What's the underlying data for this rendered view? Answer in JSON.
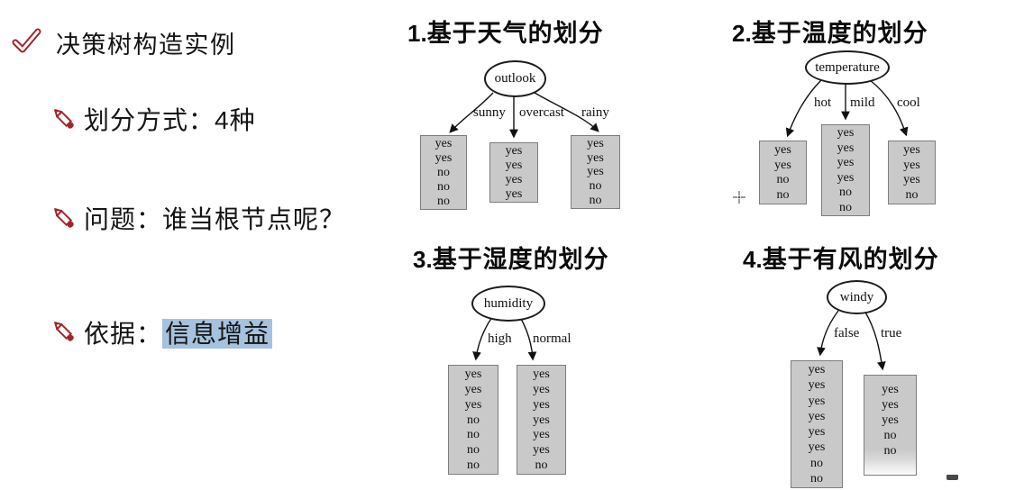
{
  "slide": {
    "heading": "决策树构造实例",
    "bullets": [
      {
        "text": "划分方式：4种"
      },
      {
        "text": "问题：谁当根节点呢？"
      },
      {
        "prefix": "依据：",
        "highlight": "信息增益"
      }
    ],
    "highlight_color": "#a5c2de",
    "accent_color": "#a3242a"
  },
  "trees": [
    {
      "num": "1.",
      "title": "基于天气的划分",
      "root": "outlook",
      "branches": [
        {
          "label": "sunny",
          "values": [
            "yes",
            "yes",
            "no",
            "no",
            "no"
          ]
        },
        {
          "label": "overcast",
          "values": [
            "yes",
            "yes",
            "yes",
            "yes"
          ]
        },
        {
          "label": "rainy",
          "values": [
            "yes",
            "yes",
            "yes",
            "no",
            "no"
          ]
        }
      ]
    },
    {
      "num": "2.",
      "title": "基于温度的划分",
      "root": "temperature",
      "branches": [
        {
          "label": "hot",
          "values": [
            "yes",
            "yes",
            "no",
            "no"
          ]
        },
        {
          "label": "mild",
          "values": [
            "yes",
            "yes",
            "yes",
            "yes",
            "no",
            "no"
          ]
        },
        {
          "label": "cool",
          "values": [
            "yes",
            "yes",
            "yes",
            "no"
          ]
        }
      ]
    },
    {
      "num": "3.",
      "title": "基于湿度的划分",
      "root": "humidity",
      "branches": [
        {
          "label": "high",
          "values": [
            "yes",
            "yes",
            "yes",
            "no",
            "no",
            "no",
            "no"
          ]
        },
        {
          "label": "normal",
          "values": [
            "yes",
            "yes",
            "yes",
            "yes",
            "yes",
            "yes",
            "no"
          ]
        }
      ]
    },
    {
      "num": "4.",
      "title": "基于有风的划分",
      "root": "windy",
      "branches": [
        {
          "label": "false",
          "values": [
            "yes",
            "yes",
            "yes",
            "yes",
            "yes",
            "yes",
            "no",
            "no"
          ]
        },
        {
          "label": "true",
          "values": [
            "yes",
            "yes",
            "yes",
            "no",
            "no"
          ]
        }
      ]
    }
  ]
}
